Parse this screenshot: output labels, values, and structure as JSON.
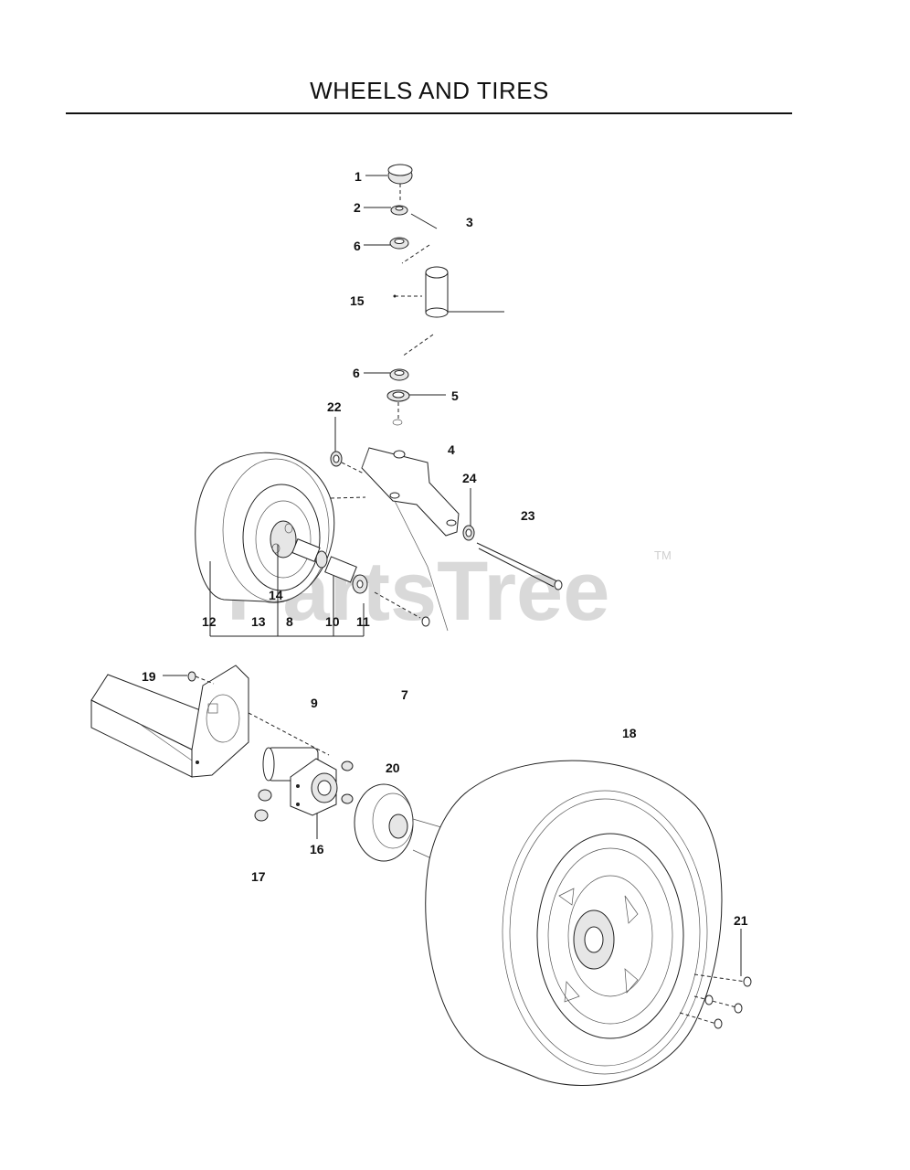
{
  "page": {
    "title": "WHEELS AND TIRES",
    "watermark": "PartsTree",
    "watermark_mark": "TM"
  },
  "callouts": {
    "c1": "1",
    "c2": "2",
    "c3": "3",
    "c4": "4",
    "c5": "5",
    "c6a": "6",
    "c6b": "6",
    "c7": "7",
    "c8": "8",
    "c9": "9",
    "c10": "10",
    "c11": "11",
    "c12": "12",
    "c13": "13",
    "c14": "14",
    "c15": "15",
    "c16": "16",
    "c17": "17",
    "c18": "18",
    "c19": "19",
    "c20": "20",
    "c21": "21",
    "c22": "22",
    "c23": "23",
    "c24": "24"
  }
}
